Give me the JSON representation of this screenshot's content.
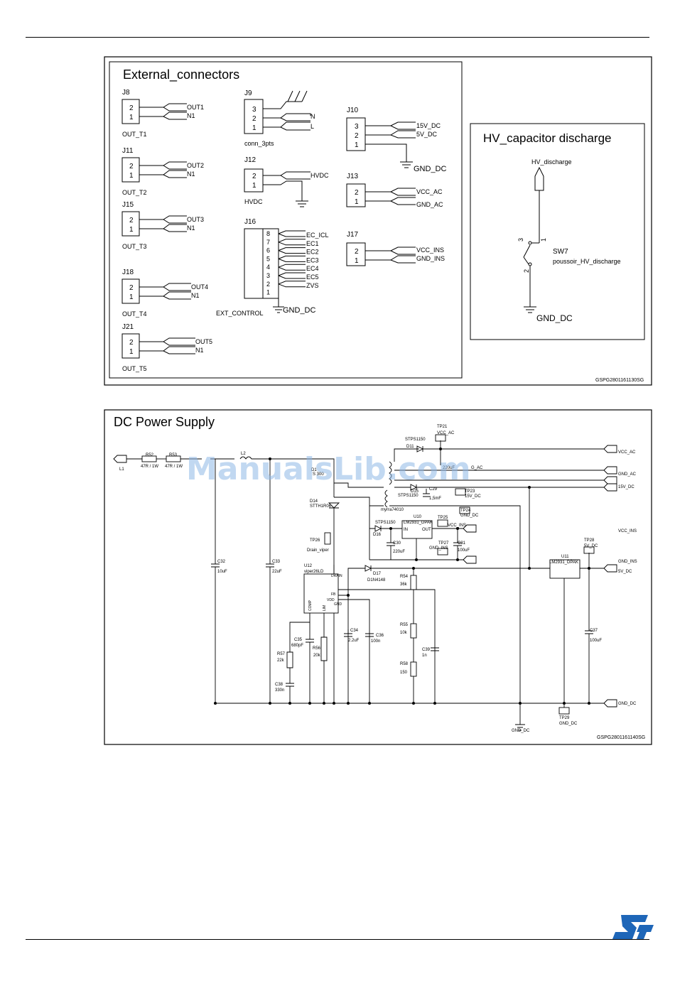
{
  "watermark": "ManualsLib.com",
  "panel1": {
    "title": "External_connectors",
    "figure_id": "GSPG2801161130SG",
    "out_connectors": [
      {
        "ref": "J8",
        "pins": [
          "2",
          "1"
        ],
        "nets": [
          "OUT1",
          "N1"
        ],
        "name": "OUT_T1"
      },
      {
        "ref": "J11",
        "pins": [
          "2",
          "1"
        ],
        "nets": [
          "OUT2",
          "N1"
        ],
        "name": "OUT_T2"
      },
      {
        "ref": "J15",
        "pins": [
          "2",
          "1"
        ],
        "nets": [
          "OUT3",
          "N1"
        ],
        "name": "OUT_T3"
      },
      {
        "ref": "J18",
        "pins": [
          "2",
          "1"
        ],
        "nets": [
          "OUT4",
          "N1"
        ],
        "name": "OUT_T4"
      },
      {
        "ref": "J21",
        "pins": [
          "2",
          "1"
        ],
        "nets": [
          "OUT5",
          "N1"
        ],
        "name": "OUT_T5"
      }
    ],
    "j9": {
      "ref": "J9",
      "pins": [
        "3",
        "2",
        "1"
      ],
      "nets": [
        "N",
        "L"
      ],
      "name": "conn_3pts"
    },
    "j12": {
      "ref": "J12",
      "pins": [
        "2",
        "1"
      ],
      "net": "HVDC",
      "name": "HVDC"
    },
    "j16": {
      "ref": "J16",
      "pins": [
        "8",
        "7",
        "6",
        "5",
        "4",
        "3",
        "2",
        "1"
      ],
      "nets": [
        "EC_ICL",
        "EC1",
        "EC2",
        "EC3",
        "EC4",
        "EC5",
        "ZVS"
      ],
      "name": "EXT_CONTROL",
      "gnd": "GND_DC"
    },
    "j10": {
      "ref": "J10",
      "pins": [
        "3",
        "2",
        "1"
      ],
      "nets": [
        "15V_DC",
        "5V_DC"
      ],
      "gnd": "GND_DC"
    },
    "j13": {
      "ref": "J13",
      "pins": [
        "2",
        "1"
      ],
      "nets": [
        "VCC_AC",
        "GND_AC"
      ]
    },
    "j17": {
      "ref": "J17",
      "pins": [
        "2",
        "1"
      ],
      "nets": [
        "VCC_INS",
        "GND_INS"
      ]
    },
    "hv": {
      "title": "HV_capacitor discharge",
      "net": "HV_discharge",
      "switch_ref": "SW7",
      "switch_name": "poussoir_HV_discharge",
      "pin1": "1",
      "pin2": "2",
      "pin3": "3",
      "gnd": "GND_DC"
    }
  },
  "panel2": {
    "title": "DC Power Supply",
    "figure_id": "GSPG2801161140SG",
    "labels": {
      "l1": "L1",
      "r52": "R52",
      "r52v": "47R / 1W",
      "r53": "R53",
      "r53v": "47R / 1W",
      "l2": "L2",
      "d_bridge": "D1",
      "d_bridge_v": "S 300",
      "d14": "D14",
      "d14v": "STTH1R06",
      "tp26": "TP26",
      "tp26v": "Drain_viper",
      "c32": "C32",
      "c32v": "10uF",
      "c33": "C33",
      "c33v": "22uF",
      "u12": "U12",
      "u12v": "viper26LD",
      "drain": "DRAIN",
      "fb": "FB",
      "vdd": "VDD",
      "comp": "COMP",
      "lim": "LIM",
      "gnd": "GND",
      "c35": "C35",
      "c35v": "680pF",
      "r57": "R57",
      "r57v": "22k",
      "r56": "R56",
      "r56v": "20k",
      "c38": "C38",
      "c38v": "330n",
      "c34": "C34",
      "c34v": "2.2uF",
      "c36": "C36",
      "c36v": "100n",
      "d17": "D17",
      "d17v": "D1N4148",
      "r54": "R54",
      "r54v": "36k",
      "r55": "R55",
      "r55v": "10k",
      "r58": "R58",
      "r58v": "150",
      "c39": "C39",
      "c39v": "1n",
      "tr": "myrra74010",
      "d11": "D11",
      "d11v": "STPS1150",
      "tp21": "TP21",
      "tp21v": "VCC_AC",
      "c28v": "220uF",
      "gac": "G_AC",
      "d15": "D15",
      "d15v": "STPS1150",
      "c29": "C29",
      "c29v": "1,5mF",
      "tp23": "TP23",
      "tp23v": "15V_DC",
      "tp24": "TP24",
      "tp24v": "GND_DC",
      "d16": "D16",
      "d16v": "STPS1150",
      "u10": "U10",
      "u10v": "LM2931_DPAK",
      "in": "IN",
      "out": "OUT",
      "tp25": "TP25",
      "tp25v": "VCC_INS",
      "c30": "C30",
      "c30v": "220uF",
      "tp27": "TP27",
      "tp27v": "GND_INS",
      "c31": "C31",
      "c31v": "100uF",
      "u11": "U11",
      "u11v": "LM2931_DPAK",
      "tp28": "TP28",
      "tp28v": "5V_DC",
      "c37": "C37",
      "c37v": "100uF",
      "tp29": "TP29",
      "tp29v": "GND_DC",
      "gnd_dc": "GND_DC"
    },
    "ports": [
      "VCC_AC",
      "GND_AC",
      "15V_DC",
      "VCC_INS",
      "GND_INS",
      "5V_DC",
      "GND_DC"
    ]
  }
}
